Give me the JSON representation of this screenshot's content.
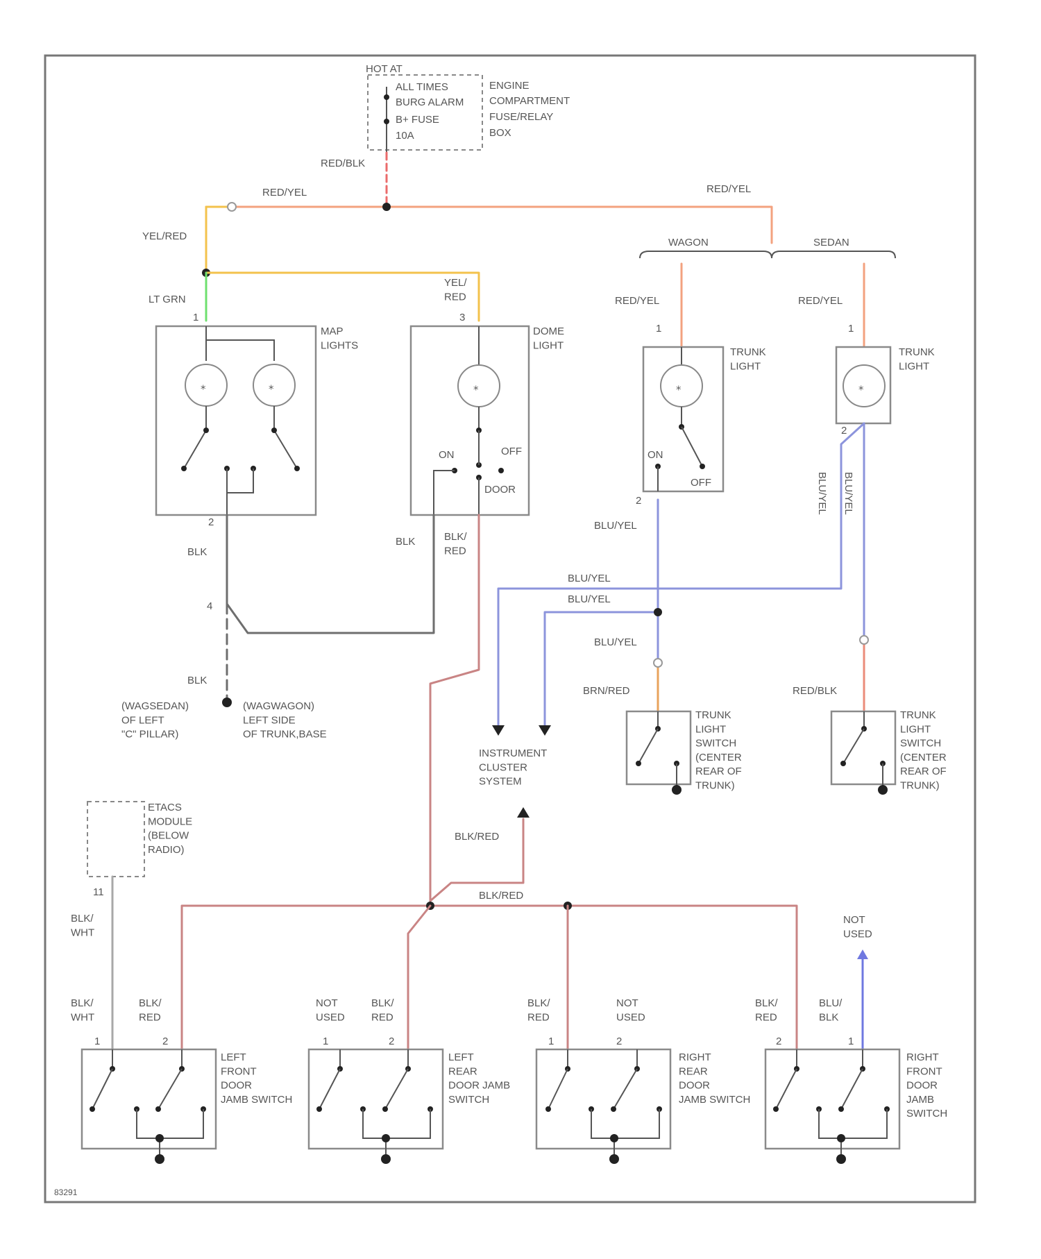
{
  "colors": {
    "red_yel": "#f3a27f",
    "yel_red": "#f3c24c",
    "lt_grn": "#6fe06f",
    "blk": "#6e6e6e",
    "blk_red": "#c98484",
    "blu_yel": "#8c94dc",
    "brn_red": "#e9a35c",
    "red_blk": "#eb8c7a",
    "blu_blk": "#6f78e0",
    "blk_wht": "#a8a8a8",
    "frame": "#777777"
  },
  "fuse_box": {
    "hot_at": "HOT AT",
    "all_times": "ALL TIMES",
    "burg_alarm": "BURG ALARM",
    "fuse": "B+ FUSE",
    "amps": "10A",
    "loc1": "ENGINE",
    "loc2": "COMPARTMENT",
    "loc3": "FUSE/RELAY",
    "loc4": "BOX"
  },
  "wires": {
    "red_blk_top": "RED/BLK",
    "red_yel_left": "RED/YEL",
    "red_yel_right": "RED/YEL",
    "yel_red": "YEL/RED",
    "lt_grn": "LT GRN",
    "yel_red_dome": "YEL/\nRED",
    "wagon": "WAGON",
    "sedan": "SEDAN",
    "red_yel_wagon": "RED/YEL",
    "red_yel_sedan": "RED/YEL",
    "blk_map": "BLK",
    "blk_dome": "BLK",
    "blk_red_dome": "BLK/\nRED",
    "blu_yel_1": "BLU/YEL",
    "blu_yel_2": "BLU/YEL",
    "blu_yel_3": "BLU/YEL",
    "blu_yel_4": "BLU/YEL",
    "blu_yel_v1": "BLU/YEL",
    "blu_yel_v2": "BLU/YEL",
    "brn_red": "BRN/RED",
    "red_blk_sedan": "RED/BLK",
    "blk_ground": "BLK",
    "blk_red_cluster": "BLK/RED",
    "blk_red_bus": "BLK/RED",
    "blk_wht": "BLK/\nWHT",
    "not_used_top": "NOT\nUSED"
  },
  "components": {
    "map_lights": "MAP\nLIGHTS",
    "dome_light": "DOME\nLIGHT",
    "dome_on": "ON",
    "dome_off": "OFF",
    "dome_door": "DOOR",
    "trunk_light_wagon": "TRUNK\nLIGHT",
    "trunk_wagon_on": "ON",
    "trunk_wagon_off": "OFF",
    "trunk_light_sedan": "TRUNK\nLIGHT",
    "instrument_cluster": "INSTRUMENT\nCLUSTER\nSYSTEM",
    "trunk_switch_wagon": "TRUNK\nLIGHT\nSWITCH\n(CENTER\nREAR OF\nTRUNK)",
    "trunk_switch_sedan": "TRUNK\nLIGHT\nSWITCH\n(CENTER\nREAR OF\nTRUNK)",
    "etacs": "ETACS\nMODULE\n(BELOW\nRADIO)",
    "ground_left": "(WAGSEDAN)\nOF LEFT\n\"C\" PILLAR)",
    "ground_right": "(WAGWAGON)\nLEFT SIDE\nOF TRUNK,BASE",
    "lf_switch": "LEFT\nFRONT\nDOOR\nJAMB SWITCH",
    "lr_switch": "LEFT\nREAR\nDOOR JAMB\nSWITCH",
    "rr_switch": "RIGHT\nREAR\nDOOR\nJAMB SWITCH",
    "rf_switch": "RIGHT\nFRONT\nDOOR\nJAMB\nSWITCH"
  },
  "door_switches": {
    "lf_blk_wht": "BLK/\nWHT",
    "lf_blk_red": "BLK/\nRED",
    "lr_not_used": "NOT\nUSED",
    "lr_blk_red": "BLK/\nRED",
    "rr_blk_red": "BLK/\nRED",
    "rr_not_used": "NOT\nUSED",
    "rf_blk_red": "BLK/\nRED",
    "rf_blu_blk": "BLU/\nBLK"
  },
  "pins": {
    "p1": "1",
    "p2": "2",
    "p3": "3",
    "p4": "4",
    "p11": "11"
  },
  "figure_id": "83291"
}
